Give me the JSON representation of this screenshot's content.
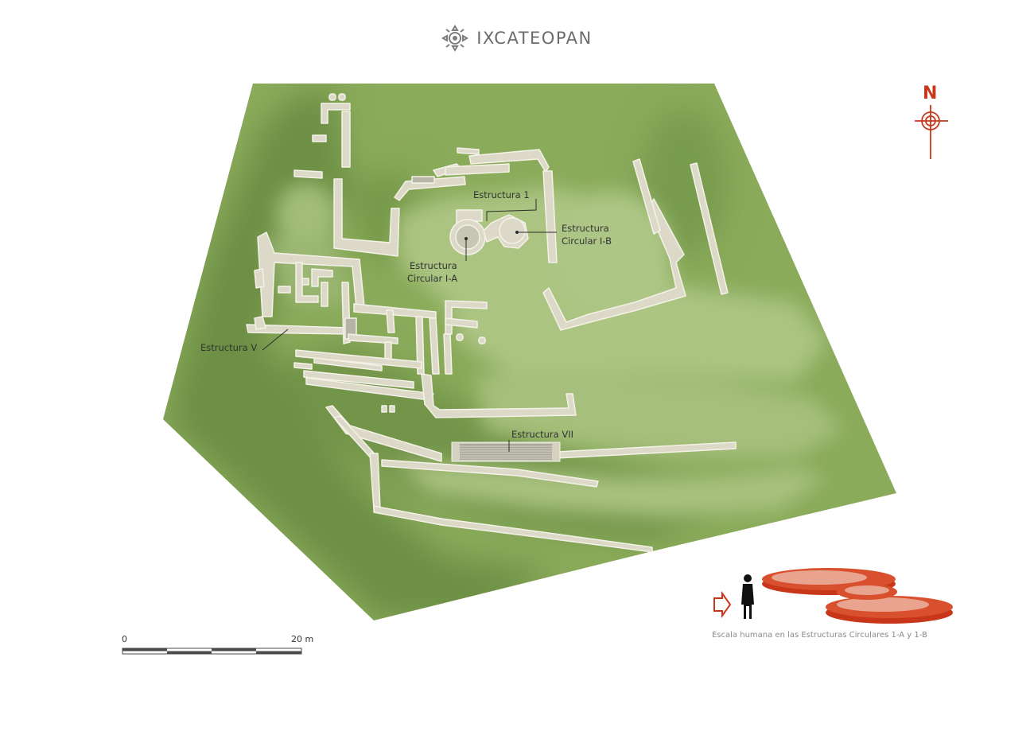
{
  "site": {
    "name": "IXCATEOPAN"
  },
  "labels": {
    "estructura_1": "Estructura 1",
    "circular_ia_line1": "Estructura",
    "circular_ia_line2": "Circular I-A",
    "circular_ib_line1": "Estructura",
    "circular_ib_line2": "Circular I-B",
    "estructura_v": "Estructura V",
    "estructura_vii": "Estructura VII"
  },
  "north_arrow": {
    "label": "N"
  },
  "scale_bar": {
    "start": "0",
    "end": "20 m"
  },
  "human_scale": {
    "caption": "Escala humana en las Estructuras Circulares 1-A y 1-B"
  },
  "colors": {
    "terrain_light": "#a9c17f",
    "terrain_mid": "#8aab5a",
    "terrain_dark": "#6d8f45",
    "wall_fill": "#dcd9c8",
    "wall_stroke": "#f2f0e6",
    "accent_red": "#c8371a",
    "logo_gray": "#7d7d7d"
  }
}
